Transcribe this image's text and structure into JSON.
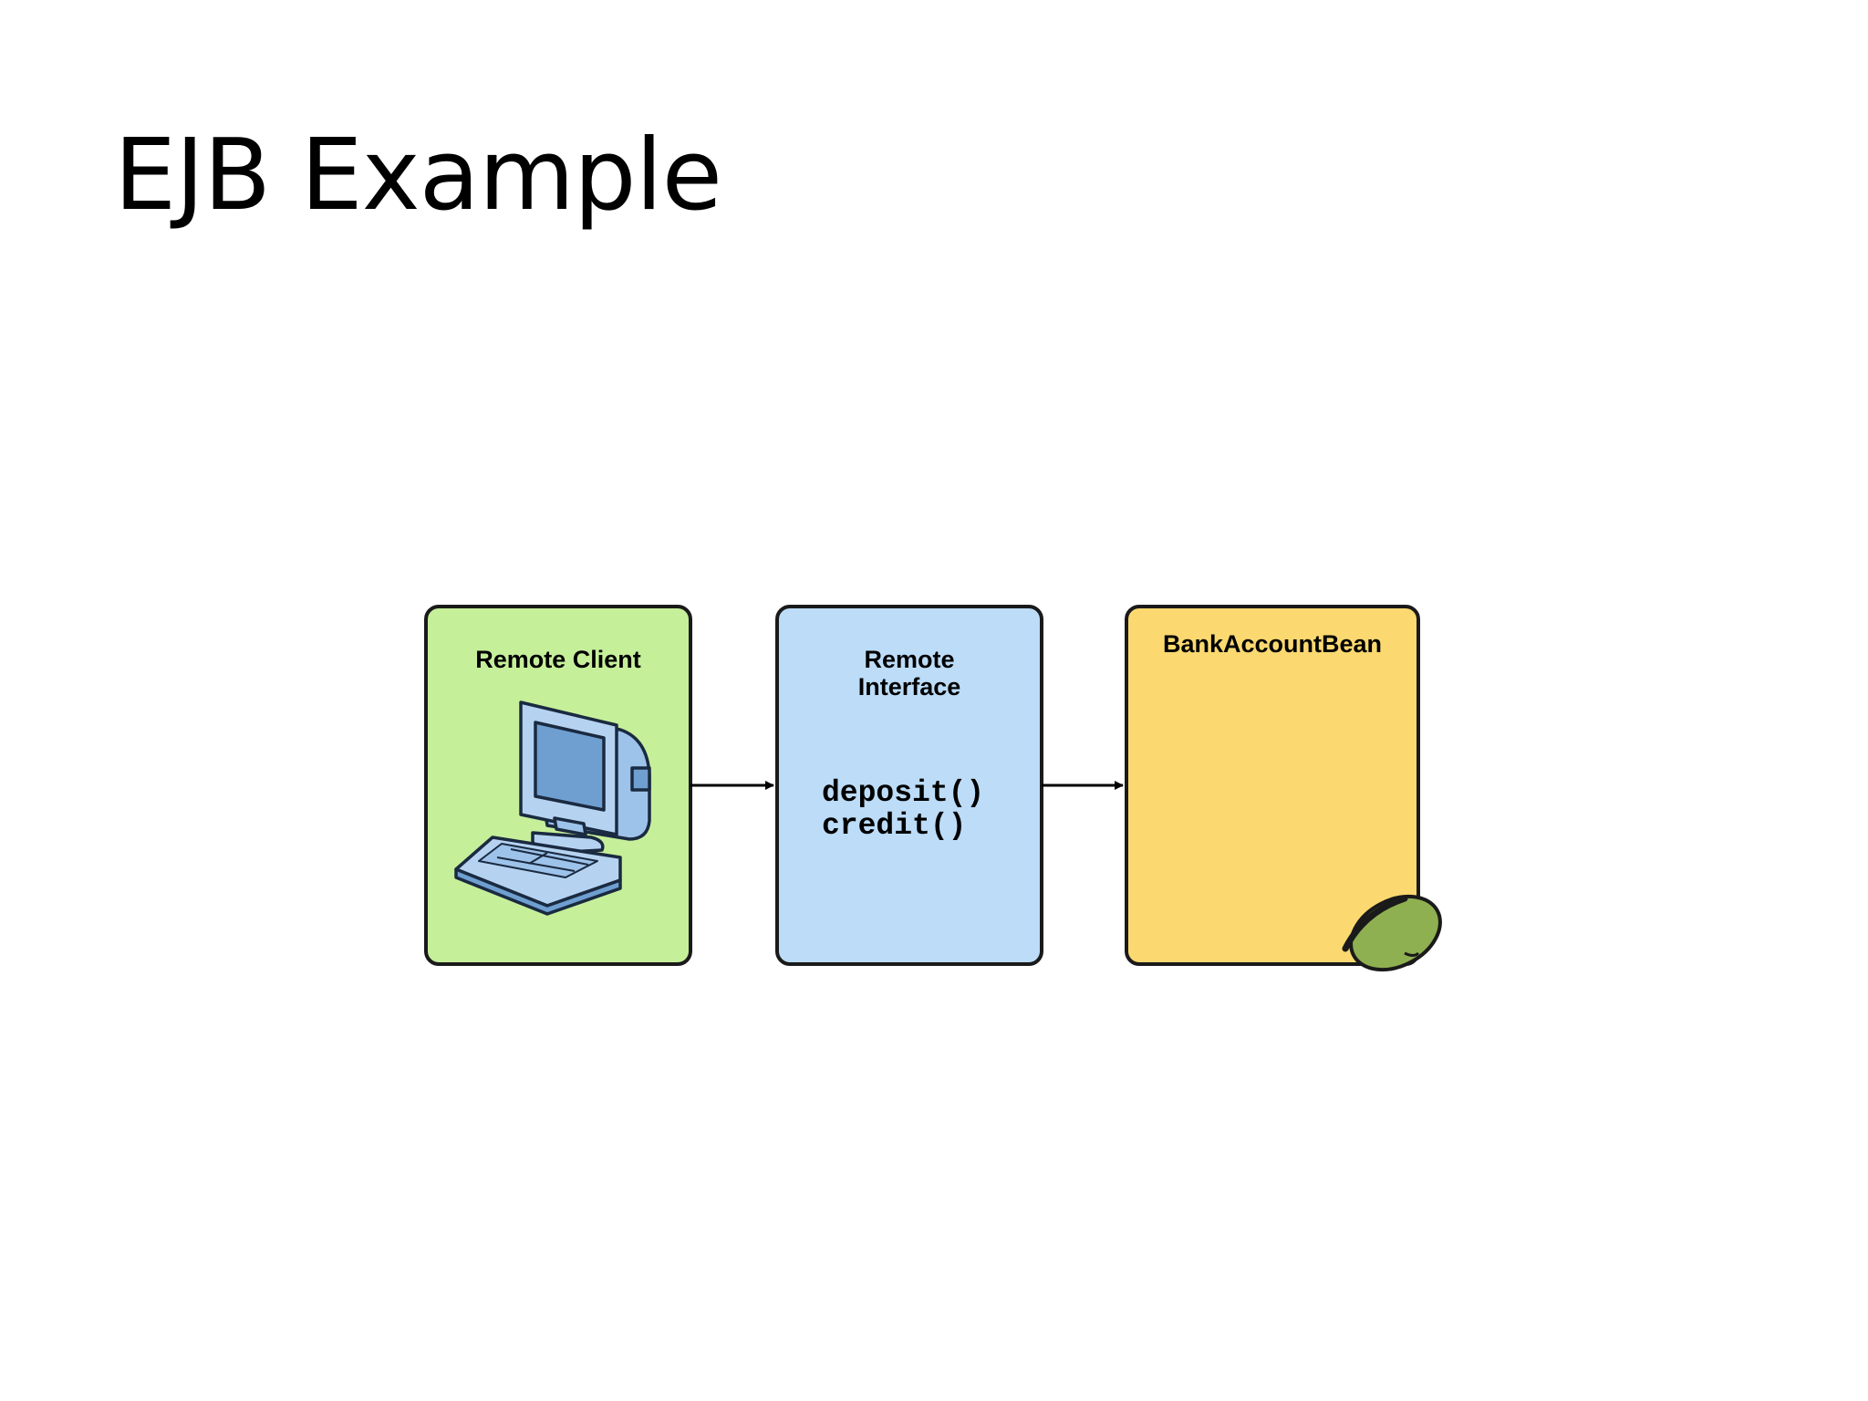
{
  "slide": {
    "title": "EJB Example"
  },
  "diagram": {
    "boxes": [
      {
        "label": "Remote Client",
        "color": "#c6ef9a"
      },
      {
        "label_line1": "Remote",
        "label_line2": "Interface",
        "color": "#bcdcf8",
        "methods": [
          "deposit()",
          "credit()"
        ]
      },
      {
        "label": "BankAccountBean",
        "color": "#fbd970"
      }
    ],
    "icons": {
      "client": "desktop-computer-icon",
      "bean": "java-bean-icon"
    },
    "colors": {
      "outline": "#1a1a1a",
      "bean_icon": "#8fb050"
    }
  }
}
